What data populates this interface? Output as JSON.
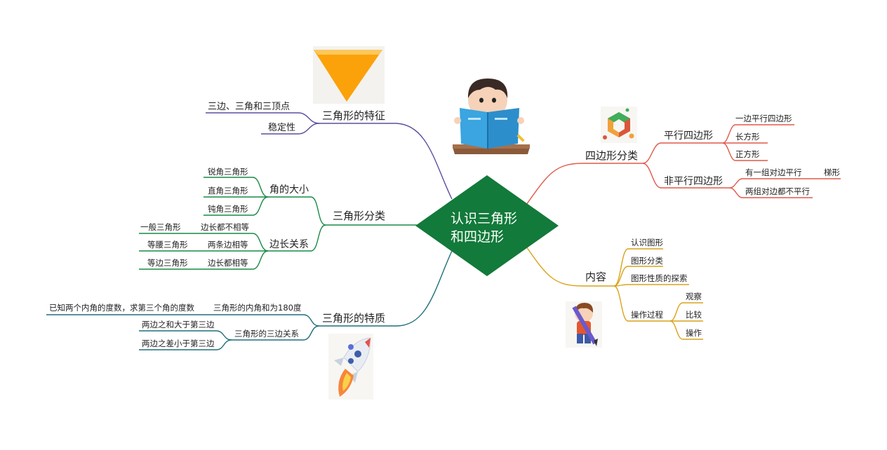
{
  "root": {
    "line1": "认识三角形",
    "line2": "和四边形",
    "color": "#127a3a"
  },
  "colors": {
    "purple": "#5b4e9e",
    "green": "#198a45",
    "teal": "#1f6e7a",
    "red": "#e0584a",
    "gold": "#d9a21a"
  },
  "features": {
    "title": "三角形的特征",
    "items": [
      "三边、三角和三顶点",
      "稳定性"
    ]
  },
  "classification": {
    "title": "三角形分类",
    "by_angle": {
      "title": "角的大小",
      "items": [
        "锐角三角形",
        "直角三角形",
        "钝角三角形"
      ]
    },
    "by_side": {
      "title": "边长关系",
      "items": [
        {
          "condition": "边长都不相等",
          "name": "一般三角形"
        },
        {
          "condition": "两条边相等",
          "name": "等腰三角形"
        },
        {
          "condition": "边长都相等",
          "name": "等边三角形"
        }
      ]
    }
  },
  "properties": {
    "title": "三角形的特质",
    "angle_sum": {
      "title": "三角形的内角和为180度",
      "detail": "已知两个内角的度数，求第三个角的度数"
    },
    "side_rel": {
      "title": "三角形的三边关系",
      "items": [
        "两边之和大于第三边",
        "两边之差小于第三边"
      ]
    }
  },
  "quad": {
    "title": "四边形分类",
    "parallel": {
      "title": "平行四边形",
      "items": [
        "一边平行四边形",
        "长方形",
        "正方形"
      ]
    },
    "nonparallel": {
      "title": "非平行四边形",
      "items": [
        {
          "label": "有一组对边平行",
          "child": "梯形"
        },
        {
          "label": "两组对边都不平行"
        }
      ]
    }
  },
  "content": {
    "title": "内容",
    "items": [
      "认识图形",
      "图形分类",
      "图形性质的探索"
    ],
    "process": {
      "title": "操作过程",
      "items": [
        "观察",
        "比较",
        "操作"
      ]
    }
  },
  "illustrations": [
    "triangle-image",
    "reading-boy-image",
    "hexagon-cube-image",
    "boy-with-pencil-image",
    "rocket-image"
  ]
}
